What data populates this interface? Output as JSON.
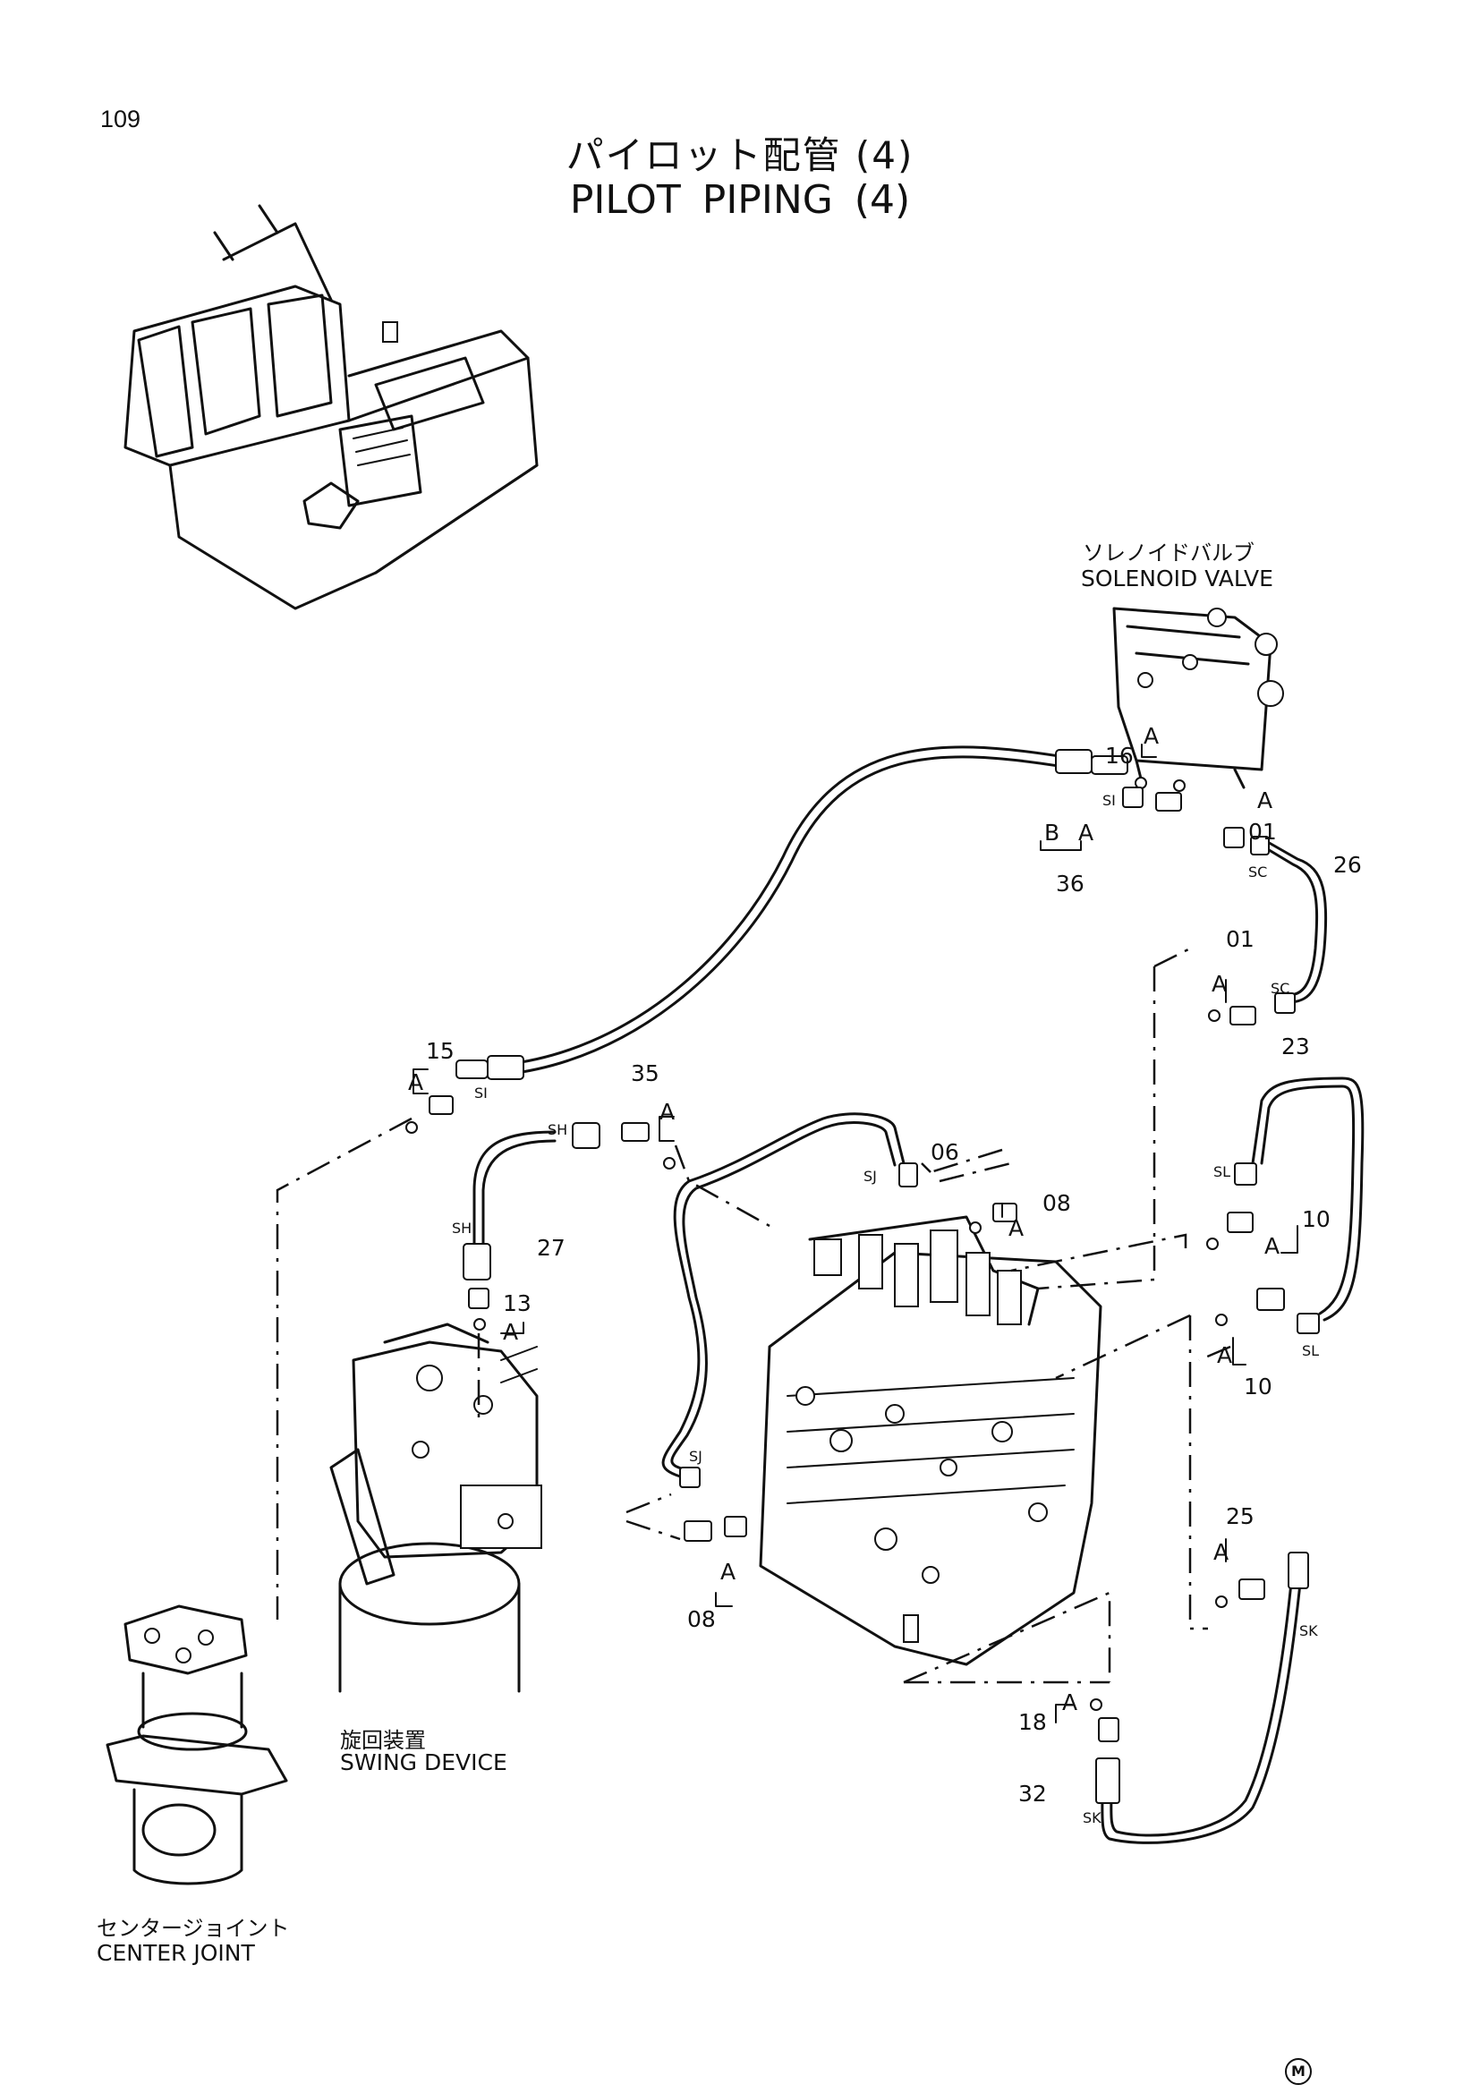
{
  "page_number": "109",
  "title_jp": "パイロット配管 (4)",
  "title_en": "PILOT PIPING (4)",
  "components": {
    "solenoid_valve": {
      "jp": "ソレノイドバルブ",
      "en": "SOLENOID VALVE"
    },
    "swing_device": {
      "jp": "旋回装置",
      "en": "SWING DEVICE"
    },
    "center_joint": {
      "jp": "センタージョイント",
      "en": "CENTER JOINT"
    }
  },
  "part_callouts": [
    "01",
    "01",
    "06",
    "08",
    "08",
    "10",
    "10",
    "13",
    "15",
    "16",
    "18",
    "23",
    "25",
    "26",
    "27",
    "32",
    "35",
    "36"
  ],
  "group_letter": "A",
  "hose_letter_b": "B",
  "port_labels": [
    "SI",
    "SI",
    "SC",
    "SC",
    "SH",
    "SH",
    "SJ",
    "SJ",
    "SL",
    "SL",
    "SK",
    "SK"
  ],
  "mark": "M"
}
